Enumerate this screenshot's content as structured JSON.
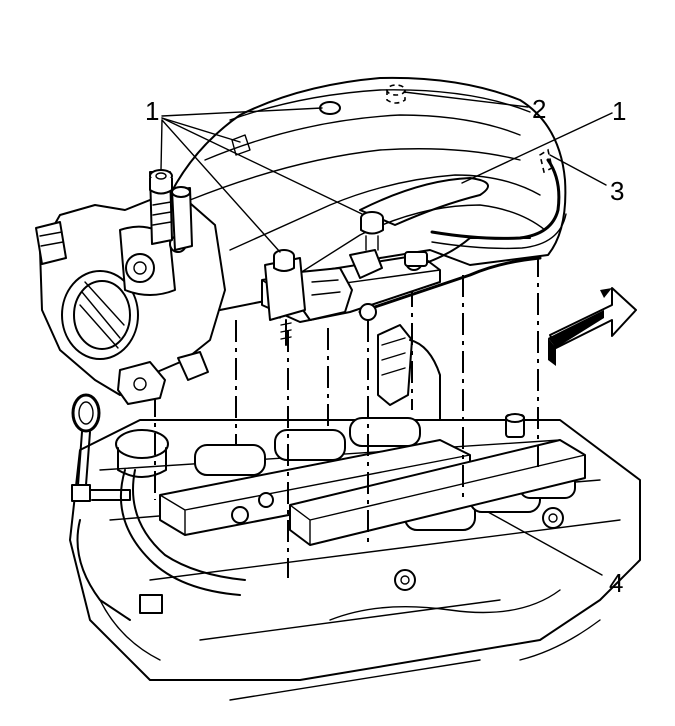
{
  "callouts": [
    {
      "id": "1a",
      "text": "1"
    },
    {
      "id": "2",
      "text": "2"
    },
    {
      "id": "1b",
      "text": "1"
    },
    {
      "id": "3",
      "text": "3"
    },
    {
      "id": "4",
      "text": "4"
    }
  ]
}
